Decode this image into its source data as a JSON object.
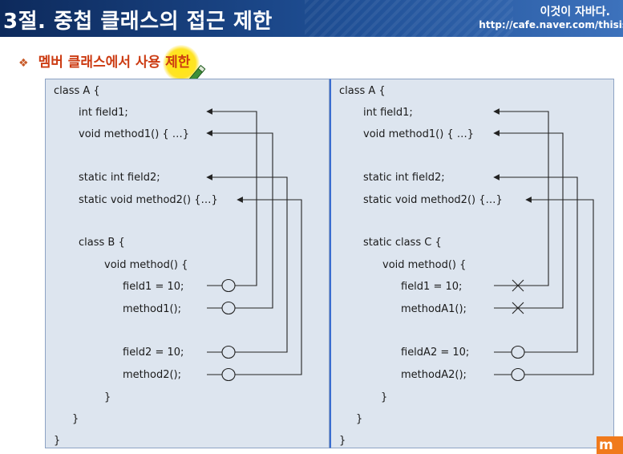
{
  "header": {
    "title": "3절. 중첩 클래스의 접근 제한",
    "brand_slogan": "이것이 자바다.",
    "brand_url": "http://cafe.naver.com/thisis"
  },
  "subtitle": {
    "bullet": "❖",
    "text": "멤버 클래스에서 사용 제한"
  },
  "left_panel": {
    "lines": [
      "class A {",
      "int field1;",
      "void method1() { …}",
      "static int field2;",
      "static void method2() {…}",
      "class B {",
      "void method() {",
      "field1 = 10;",
      "method1();",
      "field2 = 10;",
      "method2();",
      "}",
      "}",
      "}"
    ],
    "access_marks": [
      "allowed",
      "allowed",
      "allowed",
      "allowed"
    ]
  },
  "right_panel": {
    "lines": [
      "class A {",
      "int field1;",
      "void method1() { …}",
      "static int field2;",
      "static void method2() {…}",
      "static class C {",
      "void method() {",
      "field1 = 10;",
      "methodA1();",
      "fieldA2 = 10;",
      "methodA2();",
      "}",
      "}",
      "}"
    ],
    "access_marks": [
      "denied",
      "denied",
      "allowed",
      "allowed"
    ]
  },
  "corner_logo": "m",
  "colors": {
    "title_bar": "#1f4f95",
    "subtitle": "#cc3b12",
    "panel_bg": "#dde5ef",
    "divider": "#3a6dcf",
    "highlight": "#ffe000",
    "logo": "#f07a1c"
  },
  "icons": [
    "pen-icon",
    "circle-allowed-icon",
    "cross-denied-icon"
  ]
}
